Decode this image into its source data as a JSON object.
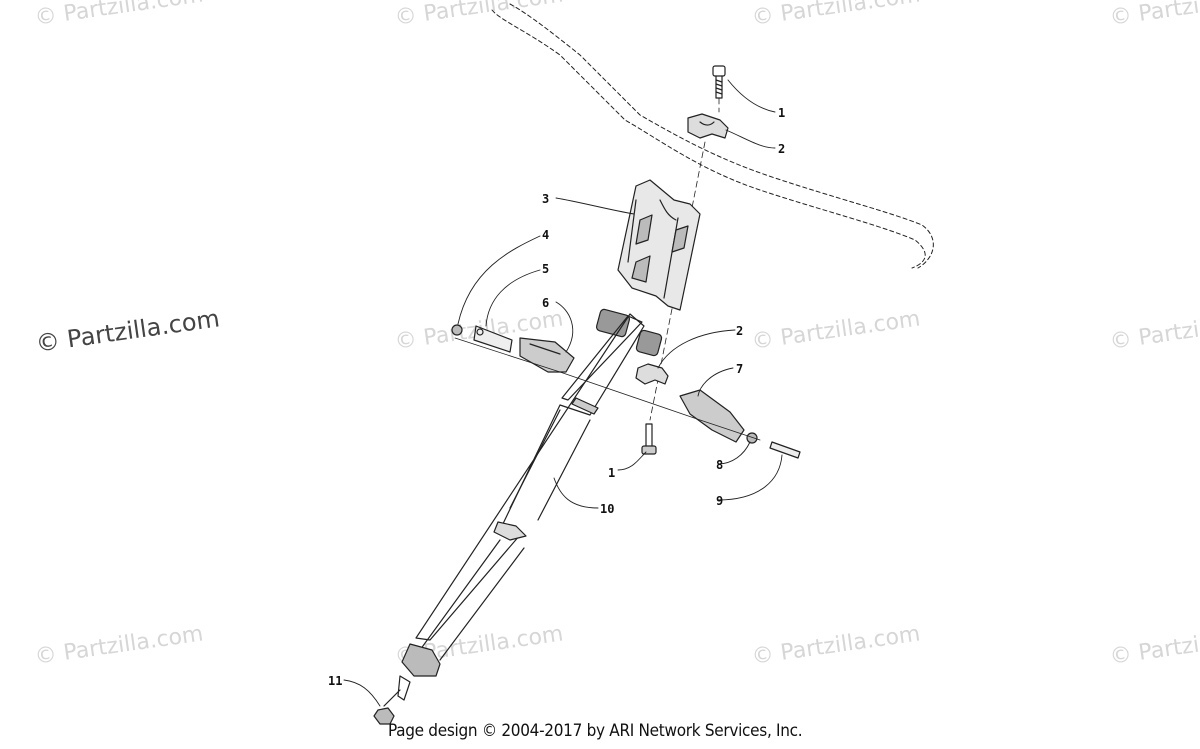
{
  "watermark": "© Partzilla.com",
  "footer": "Page design © 2004-2017 by ARI Network Services, Inc.",
  "callouts": [
    "1",
    "2",
    "3",
    "4",
    "5",
    "6",
    "2",
    "7",
    "1",
    "8",
    "9",
    "10",
    "11"
  ]
}
